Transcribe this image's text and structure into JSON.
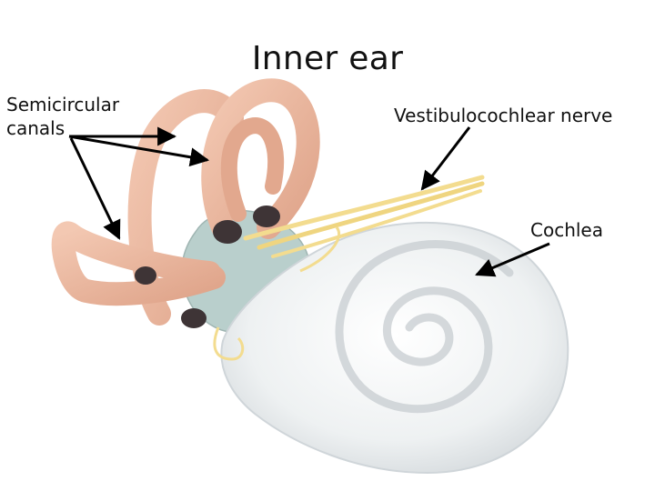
{
  "title": "Inner ear",
  "labels": {
    "semicircular_canals": "Semicircular canals",
    "vestibulocochlear_nerve": "Vestibulocochlear nerve",
    "cochlea": "Cochlea"
  },
  "colors": {
    "canal_fill": "#e9b39a",
    "canal_stroke": "#c98a70",
    "vestibule_fill": "#b9cfcc",
    "cochlea_fill": "#eef1f2",
    "cochlea_groove": "#c7ccd0",
    "nerve_fill": "#f3dc8f",
    "arrow": "#000000"
  }
}
